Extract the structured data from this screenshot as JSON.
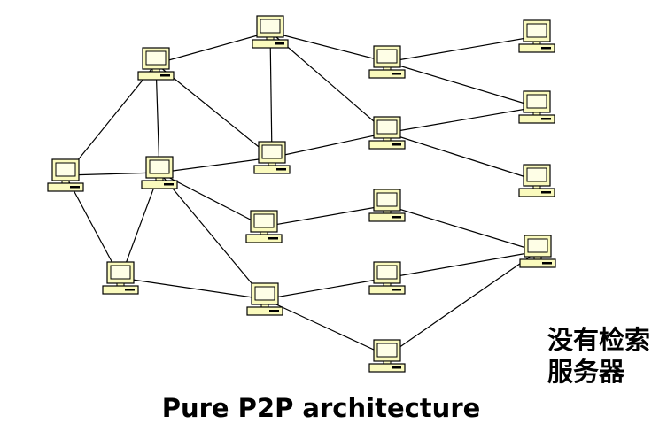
{
  "diagram": {
    "nodes": [
      {
        "id": "n01",
        "label": ""
      },
      {
        "id": "n02",
        "label": ""
      },
      {
        "id": "n03",
        "label": ""
      },
      {
        "id": "n04",
        "label": ""
      },
      {
        "id": "n05",
        "label": ""
      },
      {
        "id": "n06",
        "label": ""
      },
      {
        "id": "n07",
        "label": ""
      },
      {
        "id": "n08",
        "label": ""
      },
      {
        "id": "n09",
        "label": ""
      },
      {
        "id": "n10",
        "label": ""
      },
      {
        "id": "n11",
        "label": ""
      },
      {
        "id": "n12",
        "label": ""
      },
      {
        "id": "n13",
        "label": ""
      },
      {
        "id": "n14",
        "label": ""
      },
      {
        "id": "n15",
        "label": ""
      },
      {
        "id": "n16",
        "label": ""
      },
      {
        "id": "n17",
        "label": ""
      },
      {
        "id": "n18",
        "label": ""
      },
      {
        "id": "n19",
        "label": ""
      },
      {
        "id": "n20",
        "label": ""
      }
    ],
    "edges": [
      [
        "n01",
        "n04"
      ],
      [
        "n01",
        "n03"
      ],
      [
        "n01",
        "n05"
      ],
      [
        "n01",
        "n07"
      ],
      [
        "n02",
        "n08"
      ],
      [
        "n02",
        "n06"
      ],
      [
        "n02",
        "n05"
      ],
      [
        "n03",
        "n04"
      ],
      [
        "n03",
        "n07"
      ],
      [
        "n04",
        "n05"
      ],
      [
        "n04",
        "n09"
      ],
      [
        "n04",
        "n10"
      ],
      [
        "n05",
        "n12"
      ],
      [
        "n06",
        "n11"
      ],
      [
        "n06",
        "n12"
      ],
      [
        "n07",
        "n10"
      ],
      [
        "n07",
        "n13"
      ],
      [
        "n08",
        "n14"
      ],
      [
        "n08",
        "n15"
      ],
      [
        "n09",
        "n16"
      ],
      [
        "n10",
        "n17"
      ],
      [
        "n10",
        "n18"
      ],
      [
        "n12",
        "n19"
      ],
      [
        "n12",
        "n20"
      ],
      [
        "n16",
        "n19"
      ],
      [
        "n17",
        "n20"
      ],
      [
        "n18",
        "n20"
      ]
    ]
  },
  "caption": "Pure P2P architecture",
  "side_note": {
    "line1": "没有检索",
    "line2": "服务器"
  },
  "colors": {
    "case_fill": "#fafabd",
    "screen_fill": "#fefee6",
    "outline": "#000000",
    "link": "#000000"
  },
  "icons": {
    "node": "desktop-computer-icon"
  }
}
